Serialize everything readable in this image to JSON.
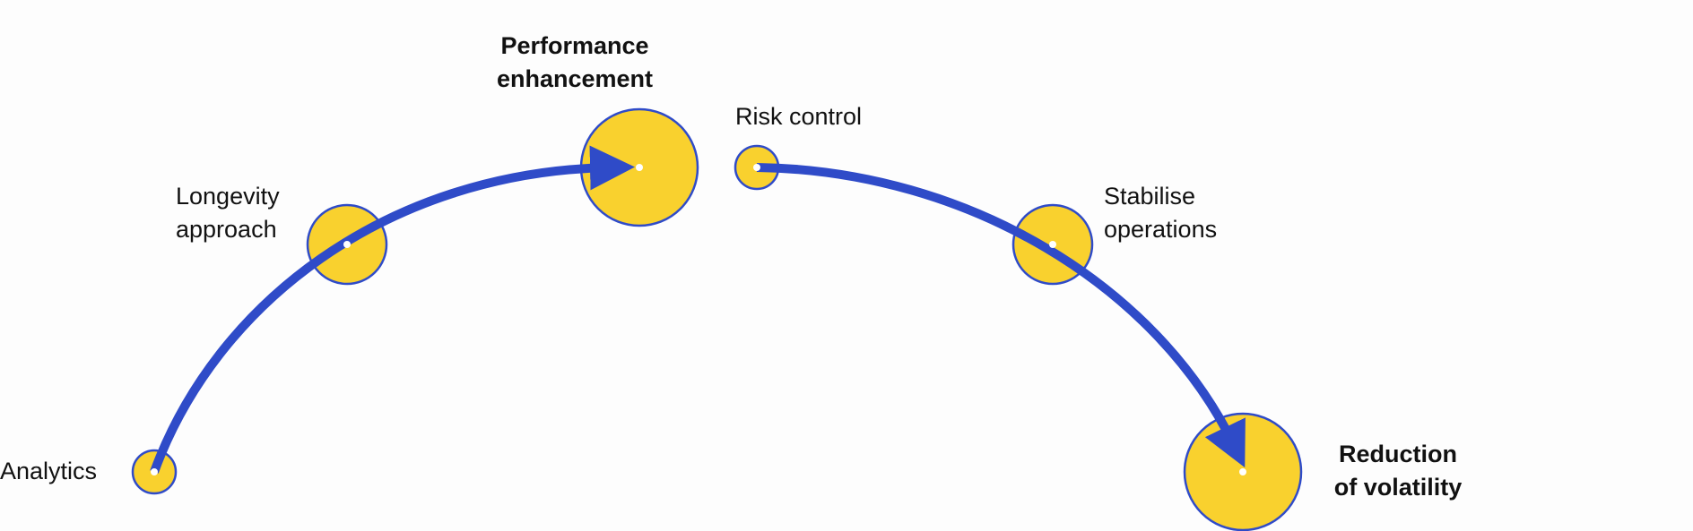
{
  "colors": {
    "node_fill": "#F9D12E",
    "node_stroke": "#2F4BC8",
    "arrow": "#2F4BC8",
    "text": "#111111"
  },
  "nodes": [
    {
      "id": "analytics",
      "lines": [
        "Analytics"
      ],
      "bold": false
    },
    {
      "id": "longevity",
      "lines": [
        "Longevity",
        "approach"
      ],
      "bold": false
    },
    {
      "id": "performance",
      "lines": [
        "Performance",
        "enhancement"
      ],
      "bold": true
    },
    {
      "id": "risk",
      "lines": [
        "Risk control"
      ],
      "bold": false
    },
    {
      "id": "stabilise",
      "lines": [
        "Stabilise",
        "operations"
      ],
      "bold": false
    },
    {
      "id": "reduction",
      "lines": [
        "Reduction",
        "of volatility"
      ],
      "bold": true
    }
  ]
}
